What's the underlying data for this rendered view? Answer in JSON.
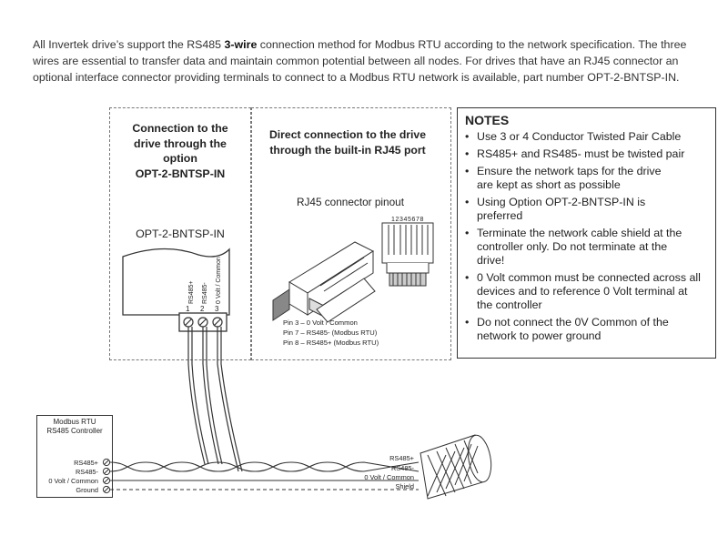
{
  "intro": {
    "part1": "All Invertek drive’s support the RS485 ",
    "bold": "3-wire",
    "part2": " connection method for Modbus RTU according to the network specification. The three wires are essential to transfer data and maintain common potential between all nodes. For drives that have an RJ45 connector an optional interface connector providing terminals to connect to a Modbus RTU network is available, part number OPT-2-BNTSP-IN."
  },
  "option_box": {
    "heading_lines": [
      "Connection to the",
      "drive through the",
      "option",
      "OPT-2-BNTSP-IN"
    ],
    "module_label": "OPT-2-BNTSP-IN",
    "terminal_labels": [
      "RS485+",
      "RS485-",
      "0 Volt / Common"
    ],
    "terminal_numbers": [
      "1",
      "2",
      "3"
    ]
  },
  "rj45_box": {
    "heading_lines": [
      "Direct connection to the drive",
      "through the built-in RJ45 port"
    ],
    "pinout_label": "RJ45 connector pinout",
    "pin_numbers": "12345678",
    "pin_notes": [
      "Pin 3 – 0 Volt / Common",
      "Pin 7 – RS485- (Modbus RTU)",
      "Pin 8 – RS485+ (Modbus RTU)"
    ]
  },
  "notes": {
    "title": "NOTES",
    "items": [
      "Use 3 or 4 Conductor Twisted Pair Cable",
      "RS485+ and RS485- must be twisted pair",
      "Ensure the network taps for the drive are kept as short as possible",
      "Using Option OPT-2-BNTSP-IN is preferred",
      "Terminate the network cable shield at the controller only. Do not terminate at the drive!",
      "0 Volt common must be connected across all devices and to reference 0 Volt terminal at the controller",
      "Do not connect the 0V Common of the network to power ground"
    ]
  },
  "controller": {
    "title_lines": [
      "Modbus RTU",
      "RS485 Controller"
    ],
    "terminals": [
      "RS485+",
      "RS485-",
      "0 Volt / Common",
      "Ground"
    ]
  },
  "cable": {
    "labels": [
      "RS485+",
      "RS485-",
      "0 Volt / Common",
      "Shield"
    ]
  }
}
